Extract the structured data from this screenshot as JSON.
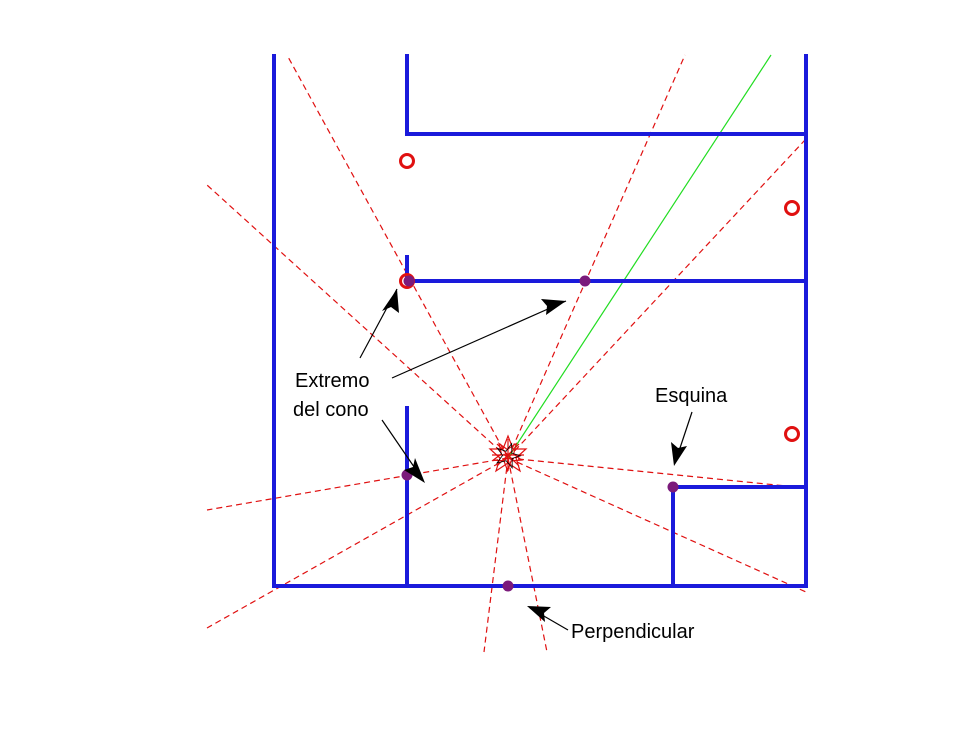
{
  "labels": {
    "cone_end_line1": "Extremo",
    "cone_end_line2": "del cono",
    "corner": "Esquina",
    "perpendicular": "Perpendicular"
  },
  "colors": {
    "wall": "#1a1adb",
    "ray": "#e01010",
    "green_ray": "#22dd22",
    "point": "#7b1a7b",
    "open_marker": "#e01010",
    "arrow": "#000000"
  }
}
